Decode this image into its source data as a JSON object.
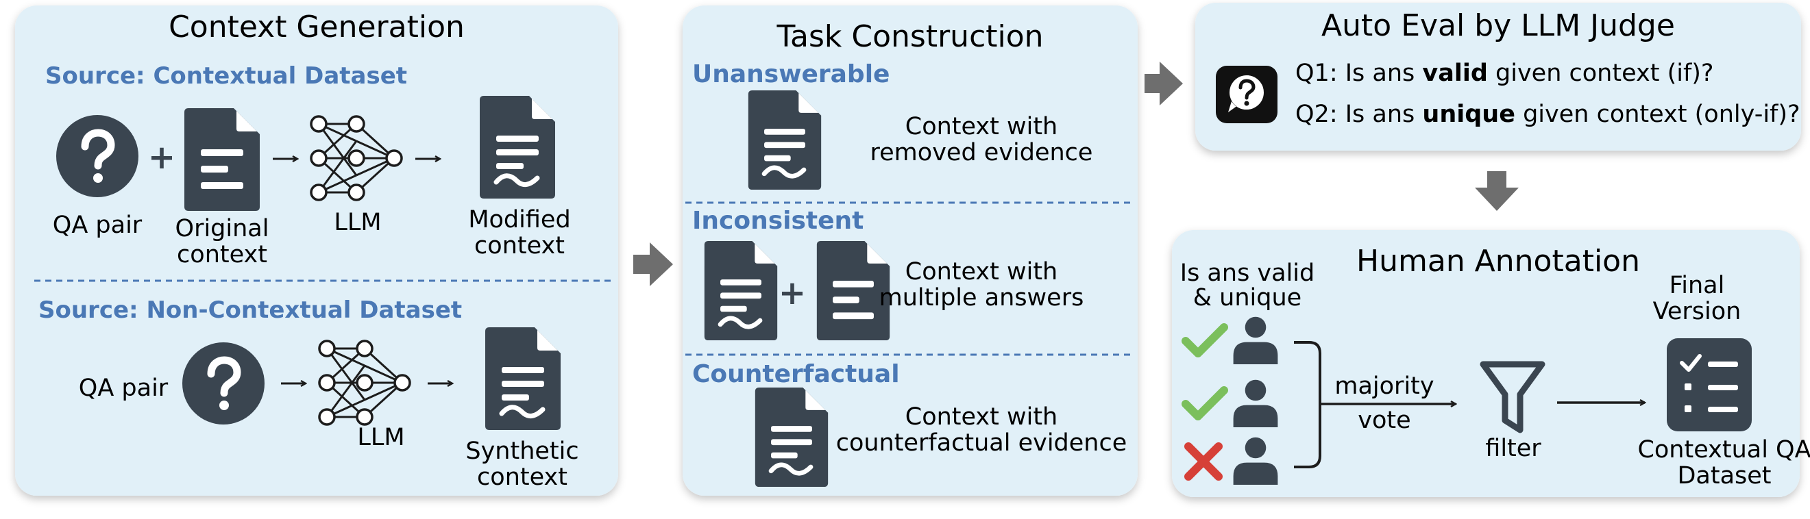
{
  "colors": {
    "panel_fill": "#e1f0f8",
    "icon_dark": "#3a4550",
    "accent_blue": "#4a78b5",
    "arrow_gray": "#6e6e6e",
    "check_green": "#7bbf5c",
    "cross_red": "#d64038"
  },
  "context_generation": {
    "title": "Context Generation",
    "contextual": {
      "source_label": "Source: Contextual Dataset",
      "qa_label": "QA pair",
      "plus": "+",
      "original_label_line1": "Original",
      "original_label_line2": "context",
      "llm_label": "LLM",
      "modified_label_line1": "Modified",
      "modified_label_line2": "context"
    },
    "non_contextual": {
      "source_label": "Source: Non-Contextual Dataset",
      "qa_label": "QA pair",
      "llm_label": "LLM",
      "synthetic_label_line1": "Synthetic",
      "synthetic_label_line2": "context"
    }
  },
  "task_construction": {
    "title": "Task Construction",
    "unanswerable": {
      "heading": "Unanswerable",
      "desc_line1": "Context with",
      "desc_line2": "removed evidence"
    },
    "inconsistent": {
      "heading": "Inconsistent",
      "plus": "+",
      "desc_line1": "Context with",
      "desc_line2": "multiple answers"
    },
    "counterfactual": {
      "heading": "Counterfactual",
      "desc_line1": "Context with",
      "desc_line2": "counterfactual evidence"
    }
  },
  "auto_eval": {
    "title": "Auto Eval by LLM Judge",
    "q1_prefix": "Q1: Is ans ",
    "q1_bold": "valid",
    "q1_suffix": " given context (if)?",
    "q2_prefix": "Q2: Is ans ",
    "q2_bold": "unique",
    "q2_suffix": " given context (only-if)?",
    "icon": "question-chat-icon"
  },
  "human_annotation": {
    "title": "Human Annotation",
    "question_line1": "Is ans valid",
    "question_line2": "& unique",
    "votes": [
      "check",
      "check",
      "cross"
    ],
    "majority_line1": "majority",
    "majority_line2": "vote",
    "filter_label": "filter",
    "final_line1": "Final",
    "final_line2": "Version",
    "dataset_line1": "Contextual QA",
    "dataset_line2": "Dataset"
  }
}
